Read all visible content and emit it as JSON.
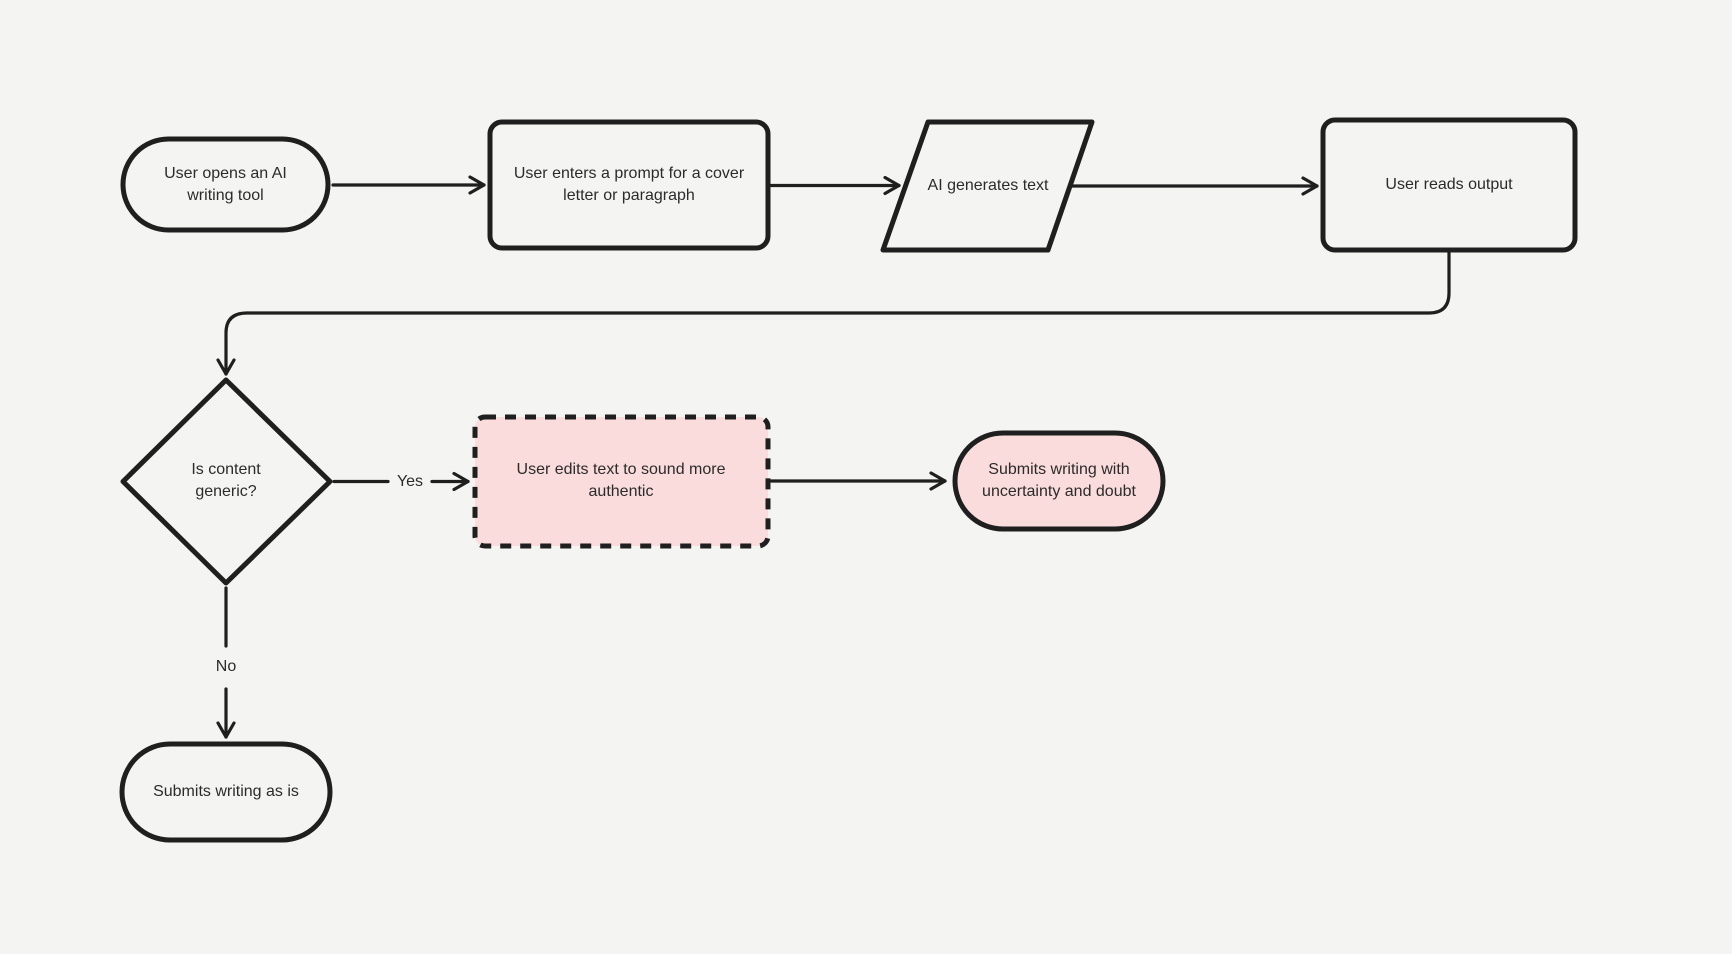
{
  "diagram": {
    "background_color": "#f4f4f2",
    "stroke_color": "#1f1f1f",
    "text_color": "#2b2b2b",
    "highlight_fill_color": "#f9dcdb"
  },
  "nodes": [
    {
      "id": "open-tool",
      "shape": "terminator",
      "fill": "default",
      "dashed": false,
      "lines": [
        "User opens an AI",
        "writing tool"
      ]
    },
    {
      "id": "enter-prompt",
      "shape": "process",
      "fill": "default",
      "dashed": false,
      "lines": [
        "User enters a prompt for a cover",
        "letter or paragraph"
      ]
    },
    {
      "id": "ai-generates",
      "shape": "input-output",
      "fill": "default",
      "dashed": false,
      "lines": [
        "AI generates text"
      ]
    },
    {
      "id": "read-output",
      "shape": "process",
      "fill": "default",
      "dashed": false,
      "lines": [
        "User reads output"
      ]
    },
    {
      "id": "is-generic",
      "shape": "decision",
      "fill": "default",
      "dashed": false,
      "lines": [
        "Is content",
        "generic?"
      ]
    },
    {
      "id": "edit-text",
      "shape": "process",
      "fill": "highlight",
      "dashed": true,
      "lines": [
        "User edits text to sound more",
        "authentic"
      ]
    },
    {
      "id": "submit-uncertain",
      "shape": "terminator",
      "fill": "highlight",
      "dashed": false,
      "lines": [
        "Submits writing with",
        "uncertainty and doubt"
      ]
    },
    {
      "id": "submit-as-is",
      "shape": "terminator",
      "fill": "default",
      "dashed": false,
      "lines": [
        "Submits writing as is"
      ]
    }
  ],
  "edges": [
    {
      "from": "open-tool",
      "to": "enter-prompt",
      "label": ""
    },
    {
      "from": "enter-prompt",
      "to": "ai-generates",
      "label": ""
    },
    {
      "from": "ai-generates",
      "to": "read-output",
      "label": ""
    },
    {
      "from": "read-output",
      "to": "is-generic",
      "label": ""
    },
    {
      "from": "is-generic",
      "to": "edit-text",
      "label": "Yes"
    },
    {
      "from": "edit-text",
      "to": "submit-uncertain",
      "label": ""
    },
    {
      "from": "is-generic",
      "to": "submit-as-is",
      "label": "No"
    }
  ]
}
